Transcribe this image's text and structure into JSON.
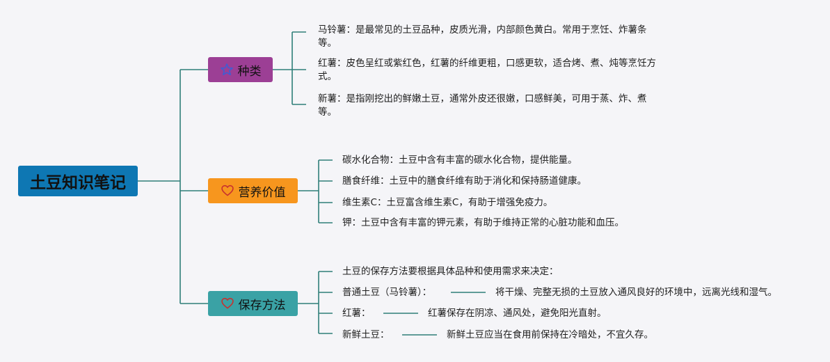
{
  "root": {
    "title": "土豆知识笔记"
  },
  "colors": {
    "root": "#0e77b3",
    "types": "#9c3f95",
    "nutrition": "#f7961e",
    "storage": "#3aa2a5",
    "connector": "#2f7f79"
  },
  "branches": [
    {
      "label": "种类",
      "icon": "star-icon",
      "children": [
        {
          "name": "马铃薯",
          "sep": "：",
          "text": "是最常见的土豆品种，皮质光滑，内部颜色黄白。常用于烹饪、炸薯条等。"
        },
        {
          "name": "红薯",
          "sep": "：",
          "text": "皮色呈红或紫红色，红薯的纤维更粗，口感更软，适合烤、煮、炖等烹饪方式。"
        },
        {
          "name": "新薯",
          "sep": "：",
          "text": "是指刚挖出的鲜嫩土豆，通常外皮还很嫩，口感鲜美，可用于蒸、炸、煮等。"
        }
      ]
    },
    {
      "label": "营养价值",
      "icon": "heart-icon",
      "children": [
        {
          "name": "碳水化合物",
          "sep": "：",
          "text": "土豆中含有丰富的碳水化合物，提供能量。"
        },
        {
          "name": "膳食纤维",
          "sep": "：",
          "text": "土豆中的膳食纤维有助于消化和保持肠道健康。"
        },
        {
          "name": "维生素C",
          "sep": "：",
          "text": "土豆富含维生素C，有助于增强免疫力。"
        },
        {
          "name": "钾",
          "sep": "：",
          "text": "土豆中含有丰富的钾元素，有助于维持正常的心脏功能和血压。"
        }
      ]
    },
    {
      "label": "保存方法",
      "icon": "heart-icon",
      "children": [
        {
          "name": "土豆的保存方法要根据具体品种和使用需求来决定：",
          "sep": "",
          "text": ""
        },
        {
          "name": "普通土豆（马铃薯）：",
          "sep": "",
          "text": "将干燥、完整无损的土豆放入通风良好的环境中，远离光线和湿气。"
        },
        {
          "name": "红薯：",
          "sep": "",
          "text": "红薯保存在阴凉、通风处，避免阳光直射。"
        },
        {
          "name": "新鲜土豆：",
          "sep": "",
          "text": "新鲜土豆应当在食用前保持在冷暗处，不宜久存。"
        }
      ]
    }
  ]
}
